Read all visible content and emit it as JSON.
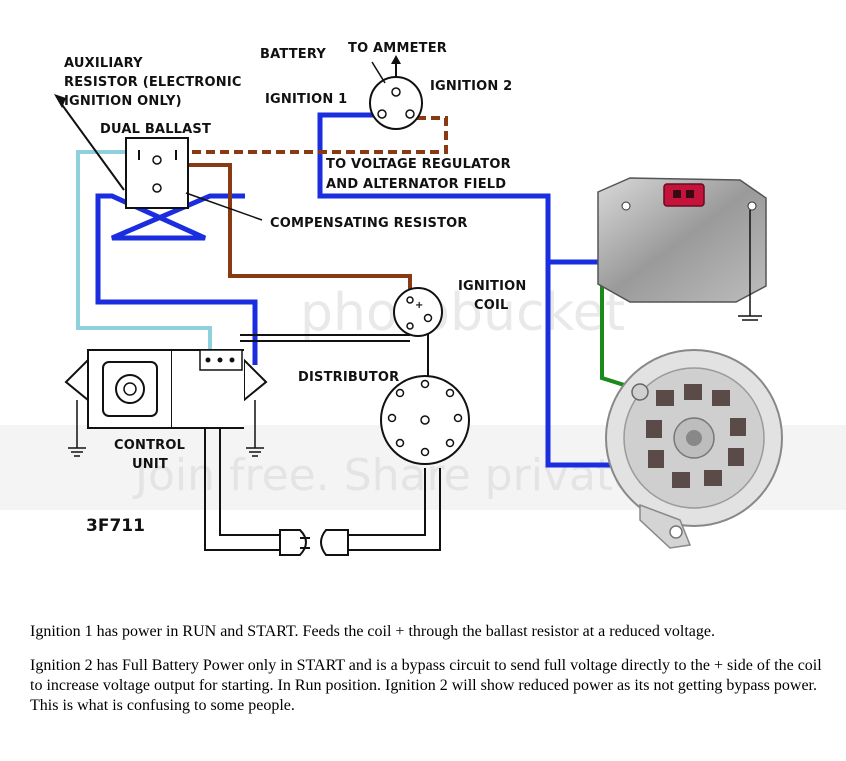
{
  "diagram": {
    "labels": {
      "battery": "BATTERY",
      "to_ammeter": "TO AMMETER",
      "ignition1": "IGNITION 1",
      "ignition2": "IGNITION 2",
      "aux_resistor_1": "AUXILIARY",
      "aux_resistor_2": "RESISTOR (ELECTRONIC",
      "aux_resistor_3": "IGNITION ONLY)",
      "dual_ballast": "DUAL BALLAST",
      "to_vreg_1": "TO VOLTAGE REGULATOR",
      "to_vreg_2": "AND ALTERNATOR FIELD",
      "compensating_resistor": "COMPENSATING RESISTOR",
      "ignition_coil_1": "IGNITION",
      "ignition_coil_2": "COIL",
      "distributor": "DISTRIBUTOR",
      "control_unit_1": "CONTROL",
      "control_unit_2": "UNIT",
      "figure_code": "3F711",
      "coil_plus": "+"
    },
    "watermark": {
      "line1": "photobucket",
      "line2": "Join free. Share privately."
    },
    "colors": {
      "blue_wire": "#1a2ee0",
      "brown_wire": "#8a3a12",
      "green_wire": "#1a8a1a",
      "light_blue_wire": "#8fd0dd",
      "connector_red": "#c4143c"
    }
  },
  "notes": {
    "p1": "Ignition 1 has power in RUN and START.   Feeds the coil + through the ballast resistor at a reduced voltage.",
    "p2": "Ignition 2 has Full Battery Power only in START and is a bypass circuit to send full voltage directly to the + side of the coil to increase voltage output for starting.   In Run position. Ignition 2 will show reduced power as its not getting bypass power.  This is what is confusing to some people."
  }
}
